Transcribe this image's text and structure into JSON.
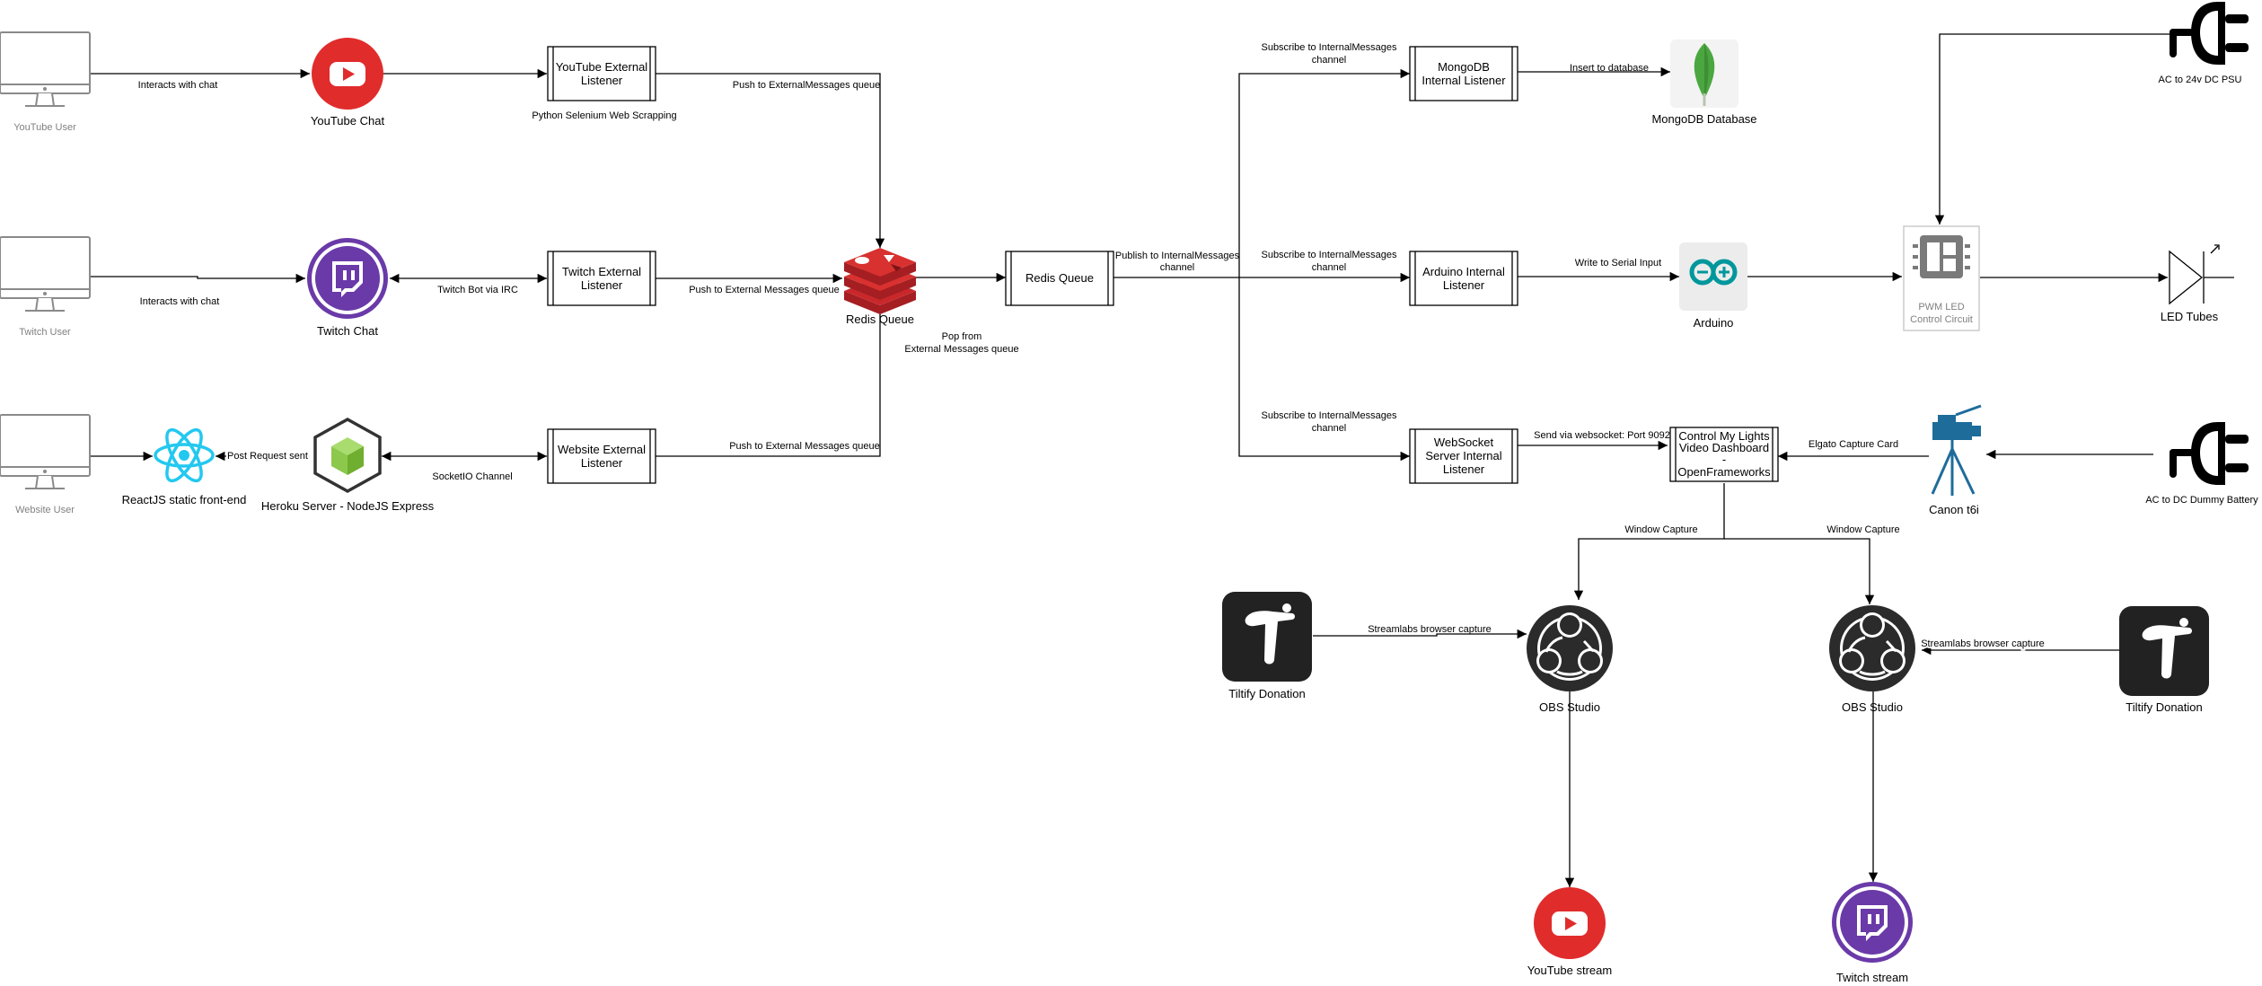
{
  "nodes": {
    "youtube_user": "YouTube User",
    "twitch_user": "Twitch User",
    "website_user": "Website User",
    "youtube_chat": "YouTube Chat",
    "twitch_chat": "Twitch Chat",
    "reactjs": "ReactJS static front-end",
    "heroku": "Heroku Server - NodeJS Express",
    "youtube_listener": [
      "YouTube External",
      "Listener"
    ],
    "twitch_listener": [
      "Twitch External",
      "Listener"
    ],
    "website_listener": [
      "Website External",
      "Listener"
    ],
    "redis_icon": "Redis Queue",
    "redis_box": "Redis Queue",
    "mongodb_listener": [
      "MongoDB",
      "Internal Listener"
    ],
    "arduino_listener": [
      "Arduino Internal",
      "Listener"
    ],
    "websocket_listener": [
      "WebSocket",
      "Server Internal",
      "Listener"
    ],
    "mongodb_db": "MongoDB Database",
    "arduino": "Arduino",
    "control_dashboard": [
      "Control My Lights",
      "Video Dashboard",
      "-",
      "OpenFrameworks"
    ],
    "pwm": [
      "PWM LED",
      "Control Circuit"
    ],
    "psu": "AC to 24v DC PSU",
    "led": "LED Tubes",
    "canon": "Canon t6i",
    "battery": "AC to DC Dummy Battery",
    "tiltify_left": "Tiltify Donation",
    "tiltify_right": "Tiltify Donation",
    "obs_left": "OBS Studio",
    "obs_right": "OBS Studio",
    "youtube_stream": "YouTube stream",
    "twitch_stream": "Twitch stream"
  },
  "edge_labels": {
    "yt_interacts": "Interacts with chat",
    "tw_interacts": "Interacts with chat",
    "selenium": "Python Selenium Web Scrapping",
    "yt_push": "Push to ExternalMessages queue",
    "tw_push": "Push to External Messages queue",
    "web_push": "Push to External Messages queue",
    "twitch_bot": "Twitch Bot via IRC",
    "post_request": "Post Request sent",
    "socketio": "SocketIO Channel",
    "pop": [
      "Pop from",
      "External Messages queue"
    ],
    "publish": [
      "Publish to InternalMessages",
      "channel"
    ],
    "sub_mongo": [
      "Subscribe to InternalMessages",
      "channel"
    ],
    "sub_arduino": [
      "Subscribe to InternalMessages",
      "channel"
    ],
    "sub_websocket": [
      "Subscribe to InternalMessages",
      "channel"
    ],
    "insert_db": "Insert to database",
    "serial": "Write to Serial Input",
    "websocket_send": "Send via websocket: Port 9092",
    "elgato": "Elgato Capture Card",
    "window_capture_left": "Window Capture",
    "window_capture_right": "Window Capture",
    "streamlabs_left": "Streamlabs browser capture",
    "streamlabs_right": "Streamlabs browser capture"
  },
  "colors": {
    "youtube_red": "#e12c2c",
    "twitch_purple": "#6a3aa8",
    "react_blue": "#23c8f0",
    "node_green": "#8cc84b",
    "redis_red": "#c9282b",
    "mongo_green": "#4aa73f",
    "arduino_teal": "#00979c",
    "camera_blue": "#1e6c9a",
    "obs_dark": "#2b2b2b",
    "tiltify_dark": "#222222"
  },
  "icons": {
    "user": "monitor-icon",
    "youtube": "youtube-icon",
    "twitch": "twitch-icon",
    "react": "react-icon",
    "node": "nodejs-icon",
    "redis": "redis-icon",
    "mongodb": "mongodb-icon",
    "arduino": "arduino-icon",
    "chip": "chip-icon",
    "plug": "plug-icon",
    "diode": "led-diode-icon",
    "camera": "camera-icon",
    "tiltify": "tiltify-icon",
    "obs": "obs-icon"
  }
}
